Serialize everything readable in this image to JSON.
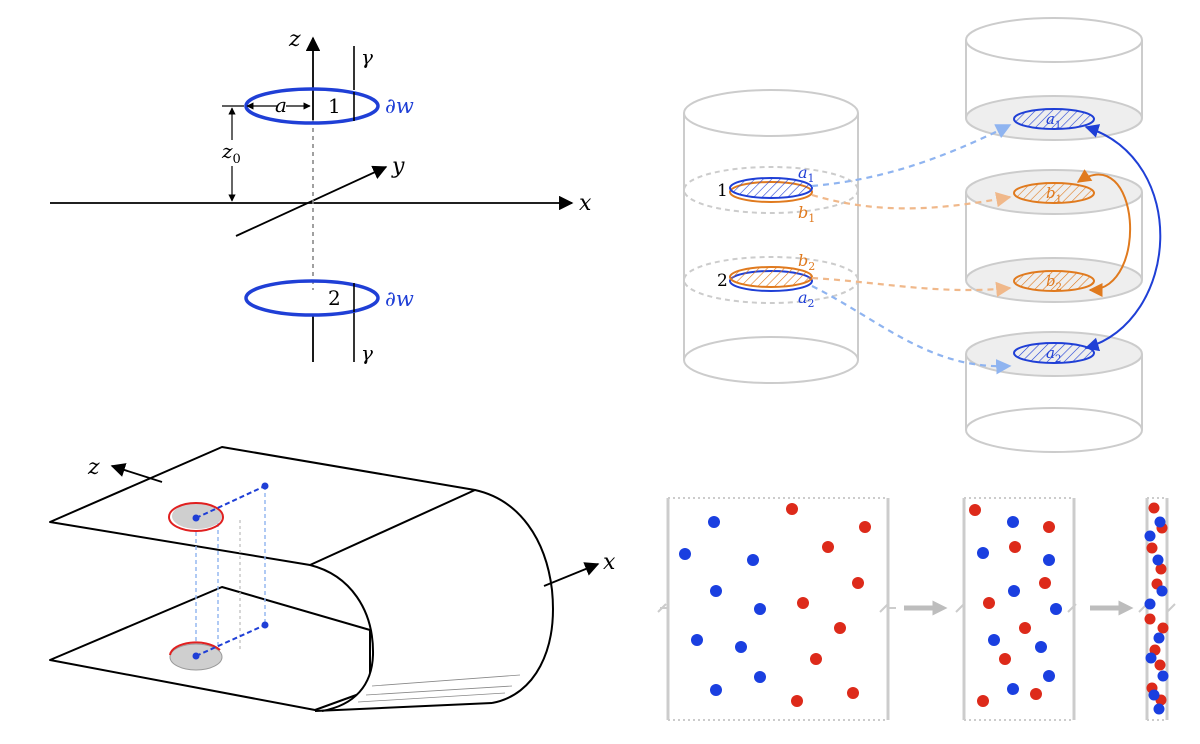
{
  "panel_top_left": {
    "axis_z": "z",
    "axis_y": "y",
    "axis_x": "x",
    "gamma_top": "γ",
    "gamma_bottom": "γ",
    "radius_label": "a",
    "height_label": "z",
    "height_label_sub": "0",
    "loop1_label": "1",
    "loop2_label": "2",
    "boundary_top": "∂w",
    "boundary_bottom": "∂w",
    "colors": {
      "loop": "#1f3fd6",
      "axis": "#000000",
      "dashed": "#888888"
    }
  },
  "panel_top_right": {
    "row1_label": "1",
    "row2_label": "2",
    "a1": {
      "main": "a",
      "sub": "1"
    },
    "b1": {
      "main": "b",
      "sub": "1"
    },
    "b2": {
      "main": "b",
      "sub": "2"
    },
    "a2": {
      "main": "a",
      "sub": "2"
    },
    "disc_a1": {
      "main": "a",
      "sub": "1"
    },
    "disc_b1": {
      "main": "b",
      "sub": "1"
    },
    "disc_b2": {
      "main": "b",
      "sub": "2"
    },
    "disc_a2": {
      "main": "a",
      "sub": "2"
    },
    "colors": {
      "blue": "#1f3fd6",
      "orange": "#e07a1e",
      "light_blue": "#8fb4f0",
      "light_orange": "#f0b88a",
      "cylinder": "#cccccc"
    }
  },
  "panel_bottom_left": {
    "axis_z": "z",
    "axis_x": "x",
    "colors": {
      "red": "#e02020",
      "blue": "#1f3fd6",
      "gray": "#bbbbbb"
    }
  },
  "panel_bottom_right": {
    "colors": {
      "red": "#dd2a1a",
      "blue": "#1a3fe0",
      "frame": "#cccccc",
      "arrow": "#bdbdbd"
    },
    "panels": [
      {
        "blue_dots": [
          [
            714,
            522
          ],
          [
            685,
            554
          ],
          [
            753,
            560
          ],
          [
            716,
            591
          ],
          [
            760,
            609
          ],
          [
            697,
            640
          ],
          [
            741,
            647
          ],
          [
            760,
            677
          ],
          [
            716,
            690
          ]
        ],
        "red_dots": [
          [
            792,
            509
          ],
          [
            865,
            527
          ],
          [
            828,
            547
          ],
          [
            858,
            583
          ],
          [
            803,
            603
          ],
          [
            840,
            628
          ],
          [
            816,
            659
          ],
          [
            853,
            693
          ],
          [
            797,
            701
          ]
        ]
      },
      {
        "blue_dots": [
          [
            1013,
            522
          ],
          [
            983,
            553
          ],
          [
            1049,
            560
          ],
          [
            1014,
            591
          ],
          [
            1056,
            609
          ],
          [
            994,
            640
          ],
          [
            1041,
            647
          ],
          [
            1013,
            689
          ],
          [
            1049,
            676
          ]
        ],
        "red_dots": [
          [
            975,
            510
          ],
          [
            1049,
            527
          ],
          [
            1015,
            547
          ],
          [
            1045,
            583
          ],
          [
            989,
            603
          ],
          [
            1025,
            628
          ],
          [
            1005,
            659
          ],
          [
            1036,
            694
          ],
          [
            983,
            701
          ]
        ]
      }
    ],
    "strip_blue": [
      [
        1160,
        522
      ],
      [
        1150,
        536
      ],
      [
        1158,
        560
      ],
      [
        1162,
        591
      ],
      [
        1150,
        604
      ],
      [
        1159,
        638
      ],
      [
        1151,
        658
      ],
      [
        1163,
        676
      ],
      [
        1154,
        695
      ],
      [
        1159,
        709
      ]
    ],
    "strip_red": [
      [
        1154,
        508
      ],
      [
        1162,
        528
      ],
      [
        1152,
        548
      ],
      [
        1161,
        569
      ],
      [
        1157,
        584
      ],
      [
        1150,
        619
      ],
      [
        1163,
        628
      ],
      [
        1155,
        650
      ],
      [
        1160,
        665
      ],
      [
        1152,
        688
      ],
      [
        1161,
        700
      ]
    ]
  }
}
